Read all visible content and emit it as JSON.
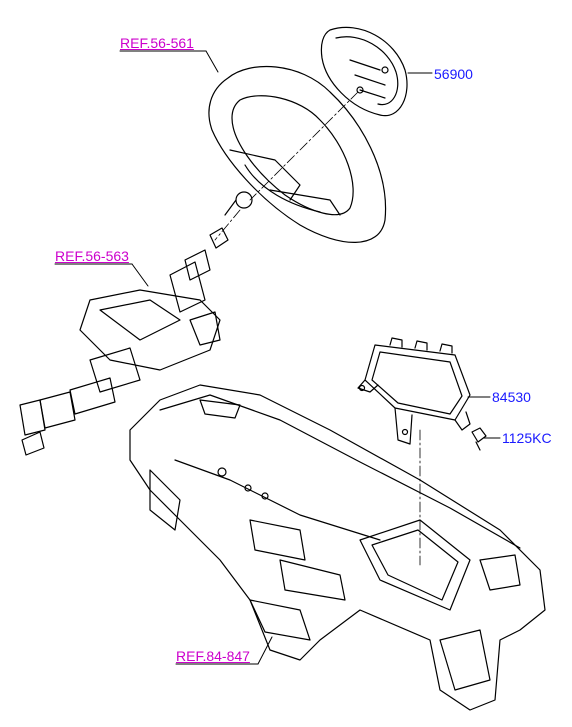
{
  "labels": {
    "ref_56_561": "REF.56-561",
    "ref_56_563": "REF.56-563",
    "ref_84_847": "REF.84-847",
    "part_56900": "56900",
    "part_84530": "84530",
    "part_1125KC": "1125KC"
  },
  "colors": {
    "ref_link": "#cc00cc",
    "part_number": "#1a1aff",
    "line_art": "#000000"
  }
}
